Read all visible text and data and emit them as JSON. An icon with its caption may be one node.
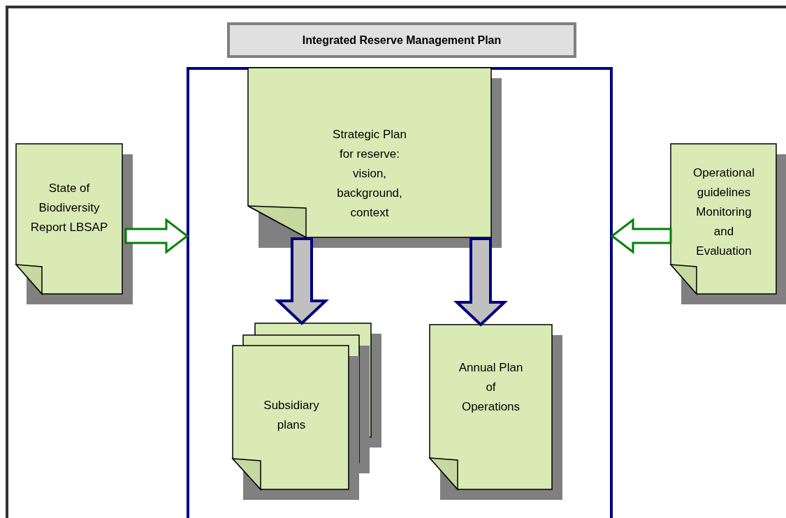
{
  "diagram": {
    "nodes": [
      {
        "text": [
          "Integrated Reserve Management Plan"
        ]
      },
      {
        "text": [],
        "shape": "box"
      },
      {
        "text": [
          "State of Biodiversity Report LBSAP"
        ]
      },
      {
        "text": [
          "Strategic Plan for reserve: vision, background, context"
        ],
        "in": 1
      },
      {
        "text": [
          "Operational guidelines Monitoring and Evaluation"
        ]
      },
      {
        "text": [
          "Subsidiary plans"
        ],
        "in": 1
      },
      {
        "text": [
          "Annual Plan of Operations"
        ],
        "in": 1
      }
    ],
    "edges": [
      {
        "from": 2,
        "to": 1,
        "arrow": "to",
        "color": "#008000"
      },
      {
        "from": 4,
        "to": 1,
        "arrow": "to",
        "color": "#008000"
      },
      {
        "from": 3,
        "to": 5,
        "arrow": "to",
        "color": "#000080"
      },
      {
        "from": 3,
        "to": 6,
        "arrow": "to",
        "color": "#000080"
      }
    ]
  }
}
